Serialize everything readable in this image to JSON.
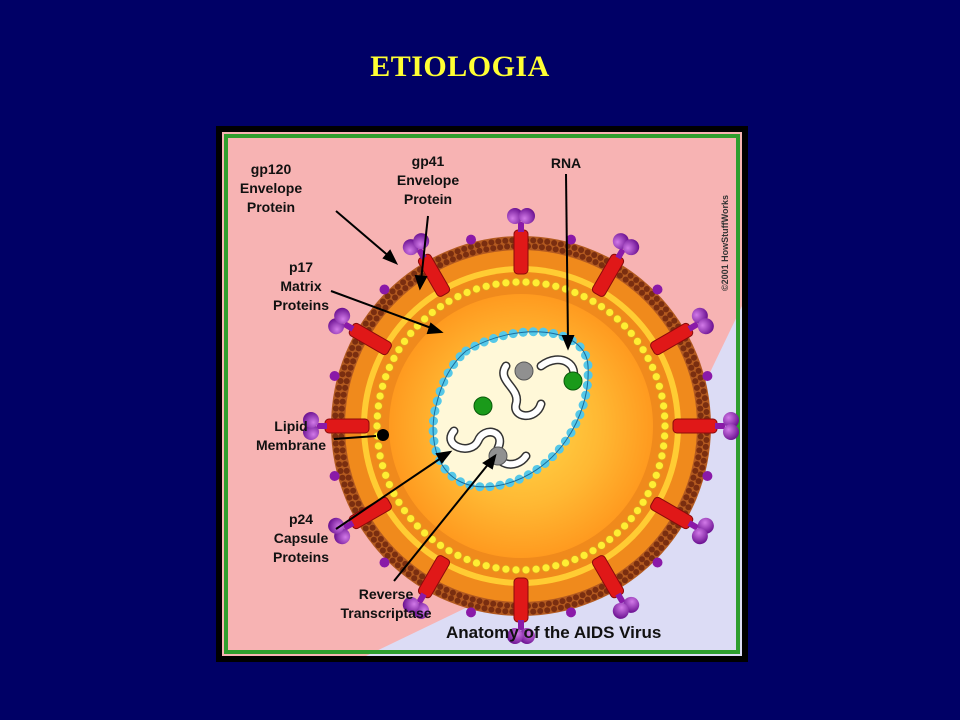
{
  "slide": {
    "title": "ETIOLOGIA"
  },
  "diagram": {
    "caption": "Anatomy of the AIDS Virus",
    "copyright": "©2001 HowStuffWorks",
    "labels": {
      "gp120_line1": "gp120",
      "gp120_line2": "Envelope",
      "gp120_line3": "Protein",
      "gp41_line1": "gp41",
      "gp41_line2": "Envelope",
      "gp41_line3": "Protein",
      "rna": "RNA",
      "p17_line1": "p17",
      "p17_line2": "Matrix",
      "p17_line3": "Proteins",
      "lipid_line1": "Lipid",
      "lipid_line2": "Membrane",
      "p24_line1": "p24",
      "p24_line2": "Capsule",
      "p24_line3": "Proteins",
      "rt_line1": "Reverse",
      "rt_line2": "Transcriptase"
    },
    "colors": {
      "background": "#000066",
      "title": "#ffff33",
      "pink_field": "#f7b3b3",
      "lavender_field": "#dcdcf5",
      "green_border": "#2e9e2e",
      "lipid_beads": "#7a2e10",
      "envelope_orange": "#f08a1c",
      "matrix_yellow": "#ffee33",
      "capsid_blue": "#55c8e8",
      "spike_red": "#e01818",
      "knob_purple": "#8a1aa8",
      "enzyme_green": "#1a9a1a",
      "enzyme_gray": "#909090"
    }
  }
}
